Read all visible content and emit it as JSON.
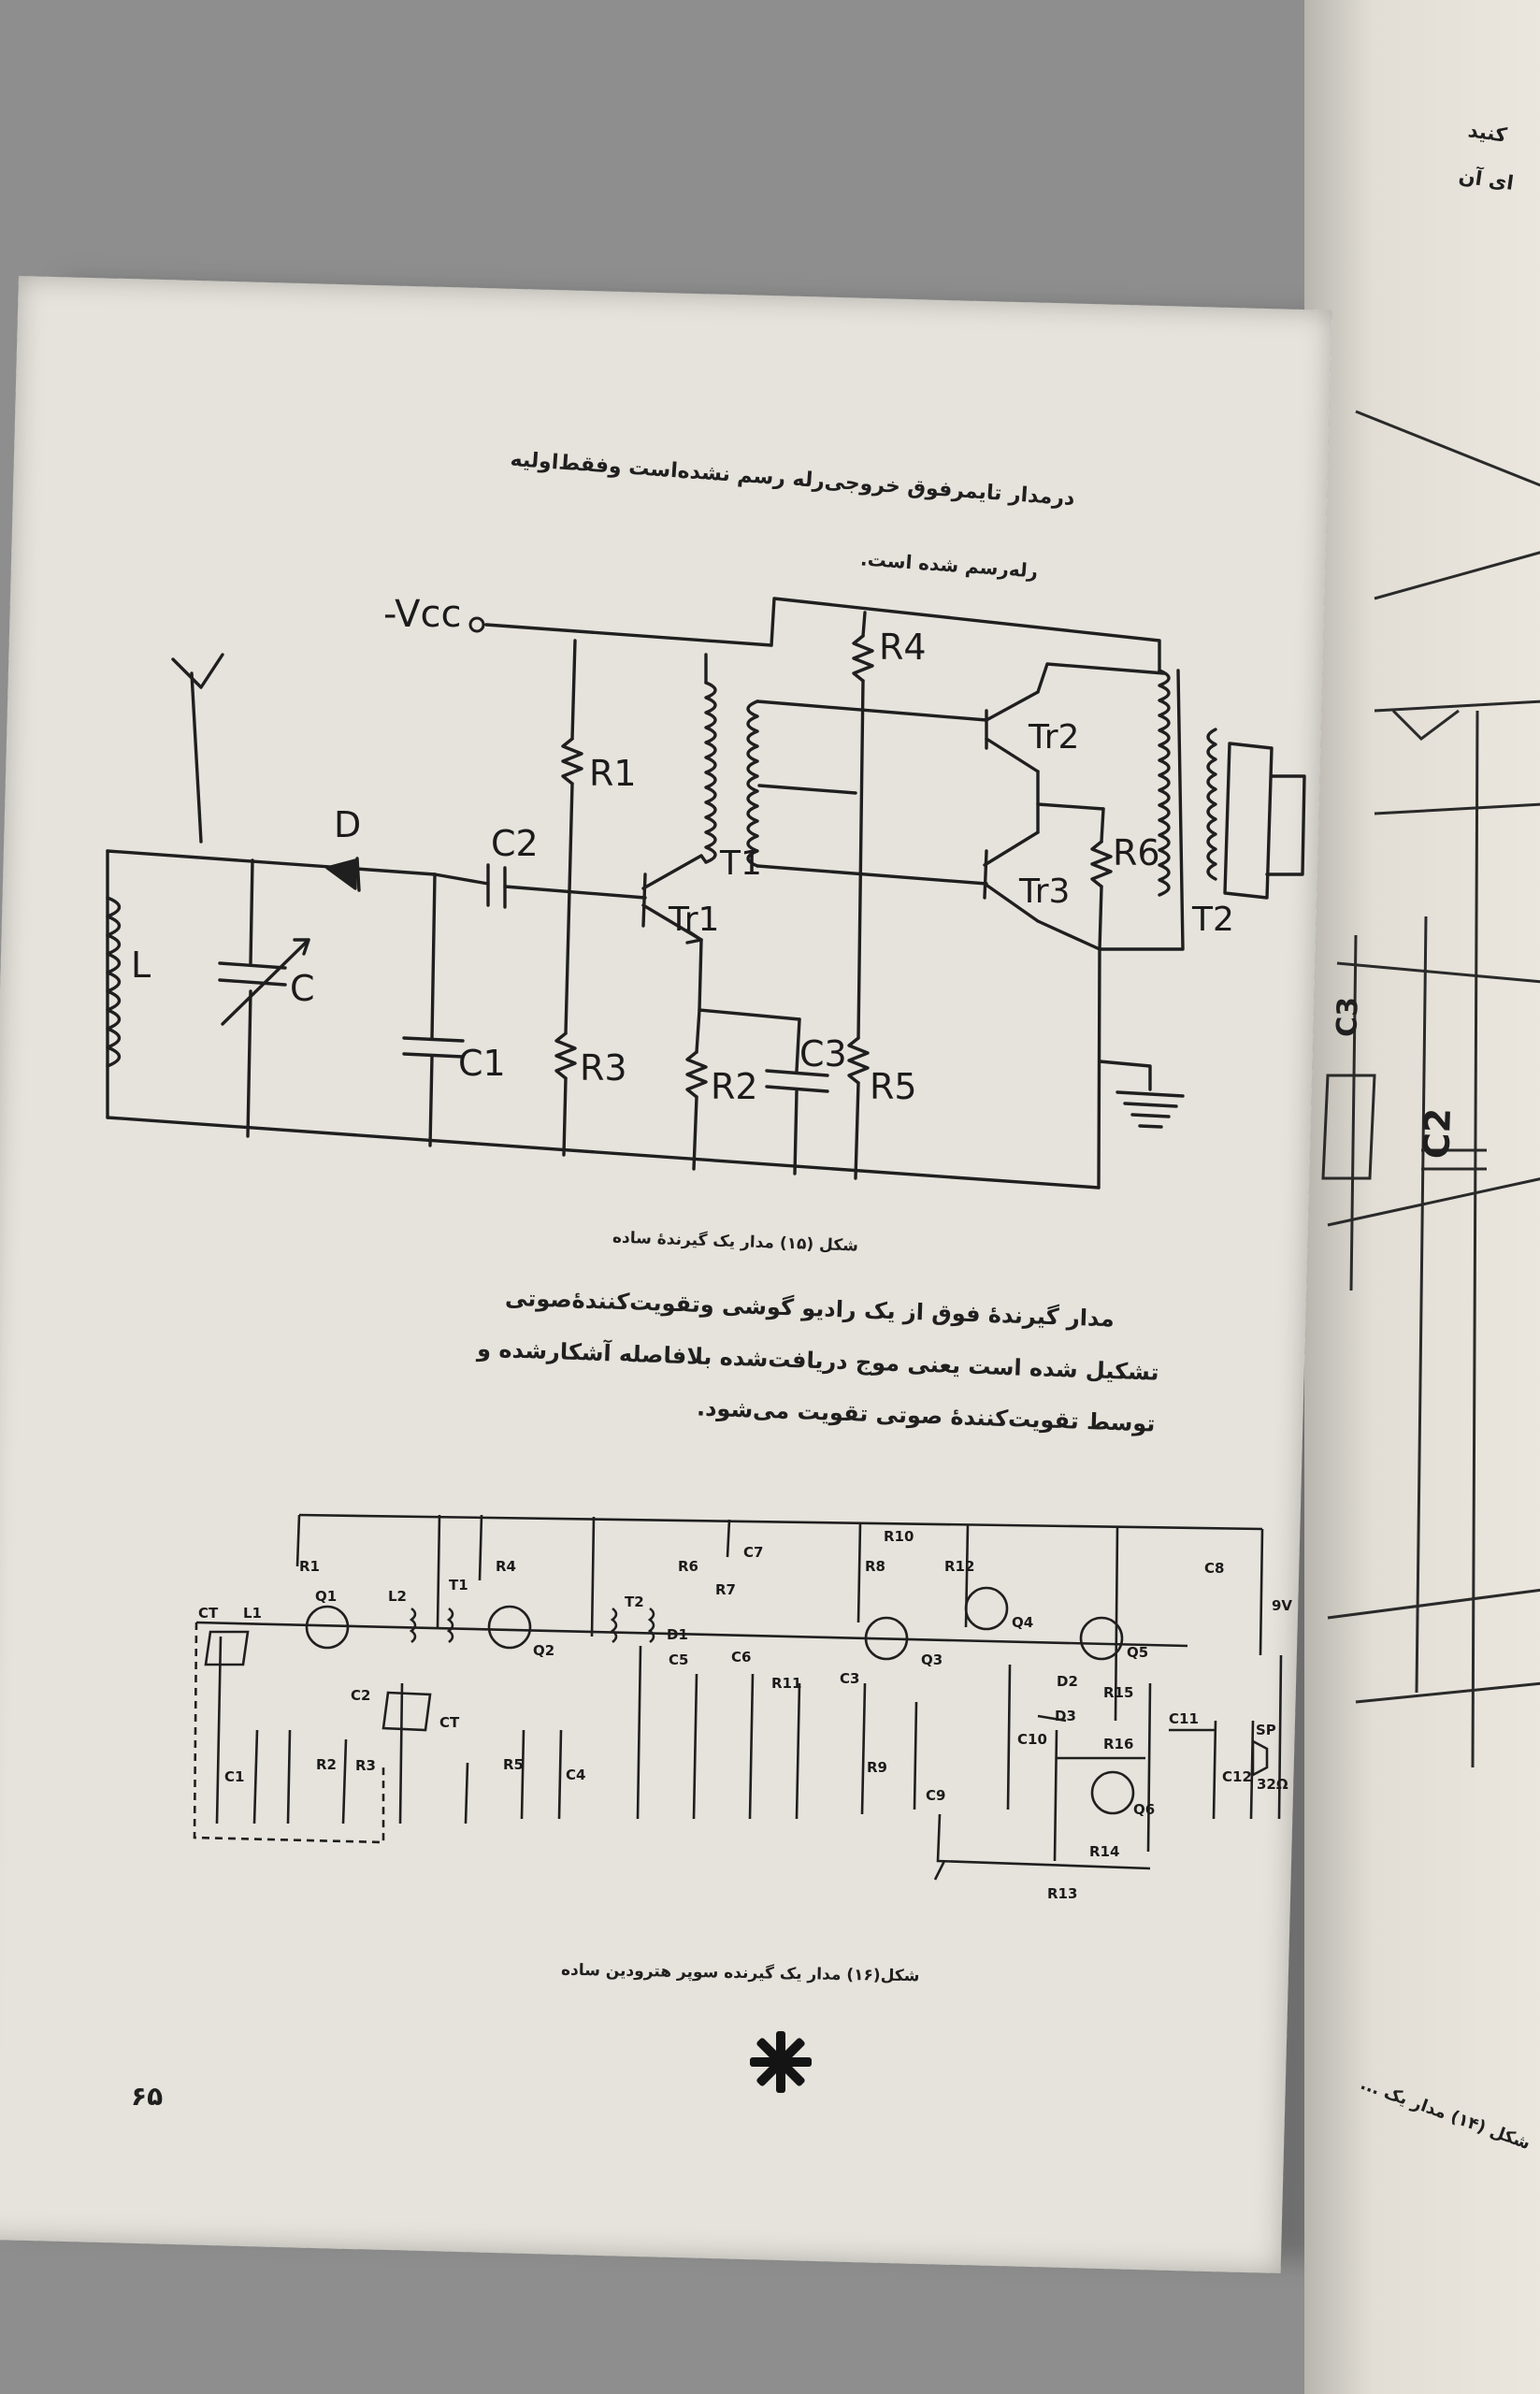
{
  "page": {
    "top_note_line1": "درمدار تایمرفوق خروجی‌رله رسم نشده‌است وفقط‌اولیه",
    "top_note_line2": "رله‌رسم شده است.",
    "figure15_caption": "شکل (۱۵) مدار یک گیرندهٔ ساده",
    "paragraph_line1": "مدار گیرندهٔ فوق از یک رادیو گوشی وتقویت‌کنندهٔ‌صوتی",
    "paragraph_line2": "تشکیل شده است یعنی موج دریافت‌شده بلافاصله آشکار‌شده و",
    "paragraph_line3": "توسط تقویت‌کنندهٔ صوتی تقویت می‌شود.",
    "figure16_caption": "شکل(۱۶) مدار یک گیرنده سوپر هترودین ساده",
    "page_number": "۶۵"
  },
  "circuit1_labels": {
    "vcc": "-Vcc",
    "r1": "R1",
    "r2": "R2",
    "r3": "R3",
    "r4": "R4",
    "r5": "R5",
    "r6": "R6",
    "c": "C",
    "c1": "C1",
    "c2": "C2",
    "c3": "C3",
    "d": "D",
    "l": "L",
    "t1": "T1",
    "t2": "T2",
    "tr1": "Tr1",
    "tr2": "Tr2",
    "tr3": "Tr3"
  },
  "circuit2_labels": {
    "r1": "R1",
    "r2": "R2",
    "r3": "R3",
    "r4": "R4",
    "r5": "R5",
    "r6": "R6",
    "r7": "R7",
    "r8": "R8",
    "r9": "R9",
    "r10": "R10",
    "r11": "R11",
    "r12": "R12",
    "r13": "R13",
    "r14": "R14",
    "r15": "R15",
    "r16": "R16",
    "q1": "Q1",
    "q2": "Q2",
    "q3": "Q3",
    "q4": "Q4",
    "q5": "Q5",
    "q6": "Q6",
    "ct": "CT",
    "ct2": "CT",
    "c1": "C1",
    "c2": "C2",
    "c3": "C3",
    "c4": "C4",
    "c5": "C5",
    "c6": "C6",
    "c7": "C7",
    "c8": "C8",
    "c9": "C9",
    "c10": "C10",
    "c11": "C11",
    "c12": "C12",
    "l1": "L1",
    "l2": "L2",
    "t1": "T1",
    "t2": "T2",
    "d1": "D1",
    "d2": "D2",
    "d3": "D3",
    "sp": "SP",
    "ohm": "32Ω",
    "volt": "9V"
  },
  "side_page": {
    "text_line1": "کنید",
    "text_line2": "ای آن",
    "caption": "شکل (۱۴) مدار یک ...",
    "c2": "C2",
    "c3": "C3"
  }
}
